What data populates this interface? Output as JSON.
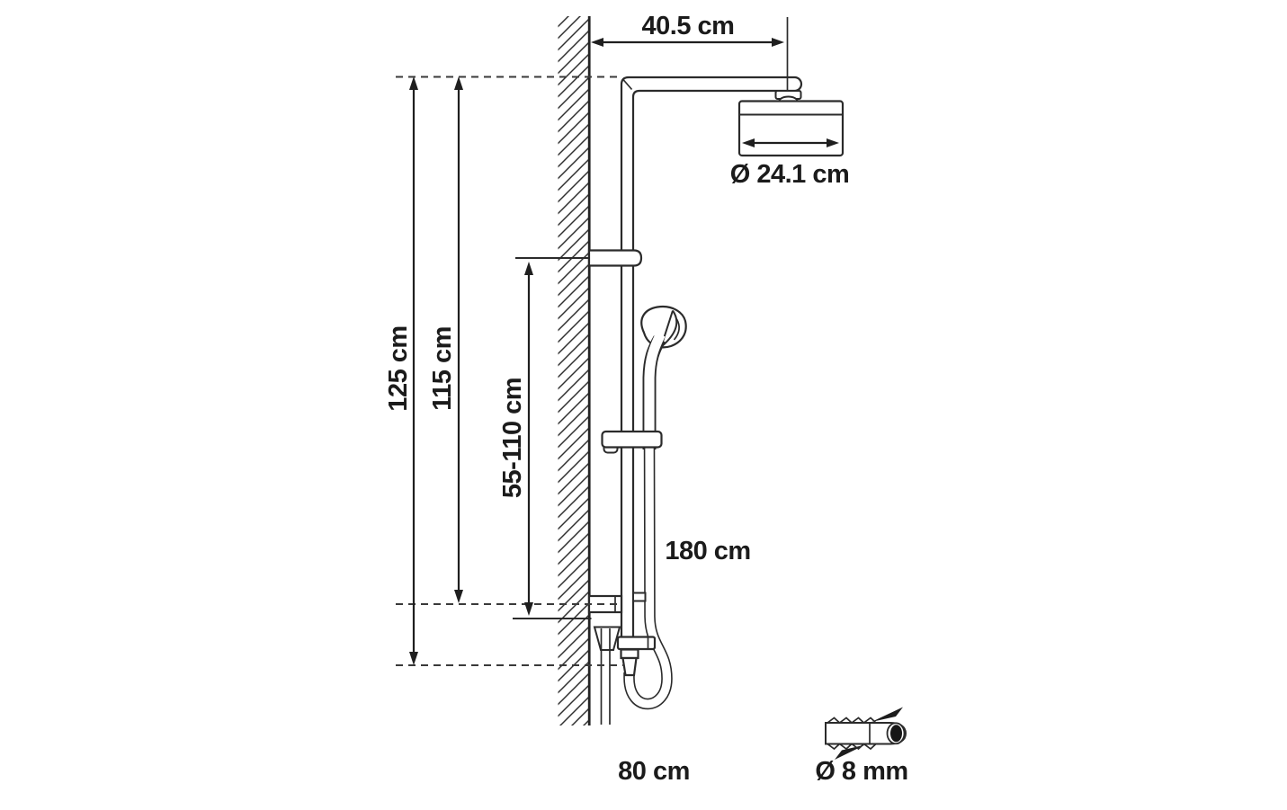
{
  "diagram": {
    "subject": "shower-column-dimension-drawing",
    "background_color": "#ffffff",
    "line_color": "#2b2b2b",
    "dimensions": {
      "arm_projection": {
        "label": "40.5 cm"
      },
      "head_diameter": {
        "label": "Ø 24.1 cm"
      },
      "overall_height": {
        "label": "125 cm"
      },
      "riser_height": {
        "label": "115 cm"
      },
      "handset_height_range": {
        "label": "55-110 cm"
      },
      "hose_length": {
        "label": "180 cm"
      },
      "supply_height": {
        "label": "80 cm"
      },
      "wall_plug_diameter": {
        "label": "Ø 8 mm"
      }
    }
  }
}
